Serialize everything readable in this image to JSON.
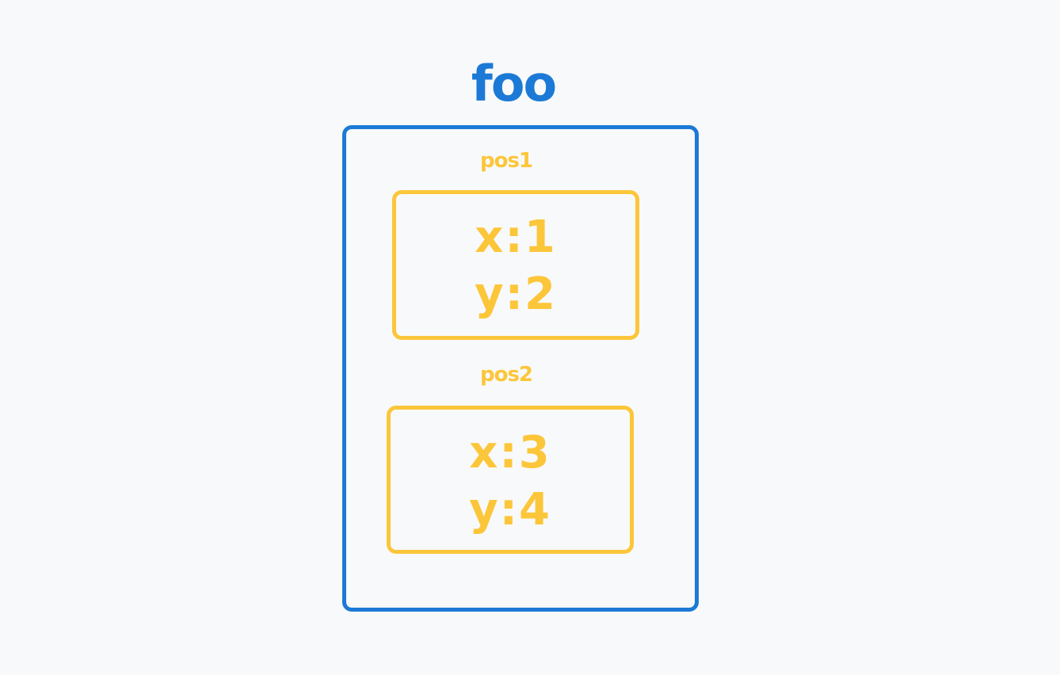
{
  "title": "foo",
  "groups": [
    {
      "label": "pos1",
      "fields": [
        {
          "name": "x",
          "value": "1",
          "text": "x:1"
        },
        {
          "name": "y",
          "value": "2",
          "text": "y:2"
        }
      ]
    },
    {
      "label": "pos2",
      "fields": [
        {
          "name": "x",
          "value": "3",
          "text": "x:3"
        },
        {
          "name": "y",
          "value": "4",
          "text": "y:4"
        }
      ]
    }
  ],
  "colors": {
    "background": "#f8f9fa",
    "outer": "#1c7ad6",
    "inner": "#fcc63a"
  }
}
